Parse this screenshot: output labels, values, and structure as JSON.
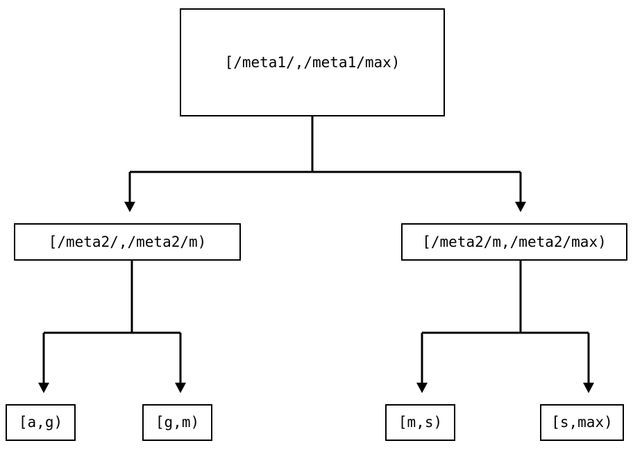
{
  "diagram": {
    "type": "tree",
    "title": "",
    "background_color": "#ffffff",
    "line_color": "#000000",
    "text_color": "#000000",
    "nodes": {
      "root": {
        "label": "[/meta1/,/meta1/max)",
        "level": 0
      },
      "mid_left": {
        "label": "[/meta2/,/meta2/m)",
        "level": 1
      },
      "mid_right": {
        "label": "[/meta2/m,/meta2/max)",
        "level": 1
      },
      "leaves": [
        {
          "label": "[a,g)"
        },
        {
          "label": "[g,m)"
        },
        {
          "label": "[m,s)"
        },
        {
          "label": "[s,max)"
        }
      ]
    },
    "edges": [
      {
        "from": "root",
        "to": "mid_left",
        "arrow": "down-triangle"
      },
      {
        "from": "root",
        "to": "mid_right",
        "arrow": "down-triangle"
      },
      {
        "from": "mid_left",
        "to": "leaf_0",
        "arrow": "down-triangle"
      },
      {
        "from": "mid_left",
        "to": "leaf_1",
        "arrow": "down-triangle"
      },
      {
        "from": "mid_right",
        "to": "leaf_2",
        "arrow": "down-triangle"
      },
      {
        "from": "mid_right",
        "to": "leaf_3",
        "arrow": "down-triangle"
      }
    ]
  }
}
